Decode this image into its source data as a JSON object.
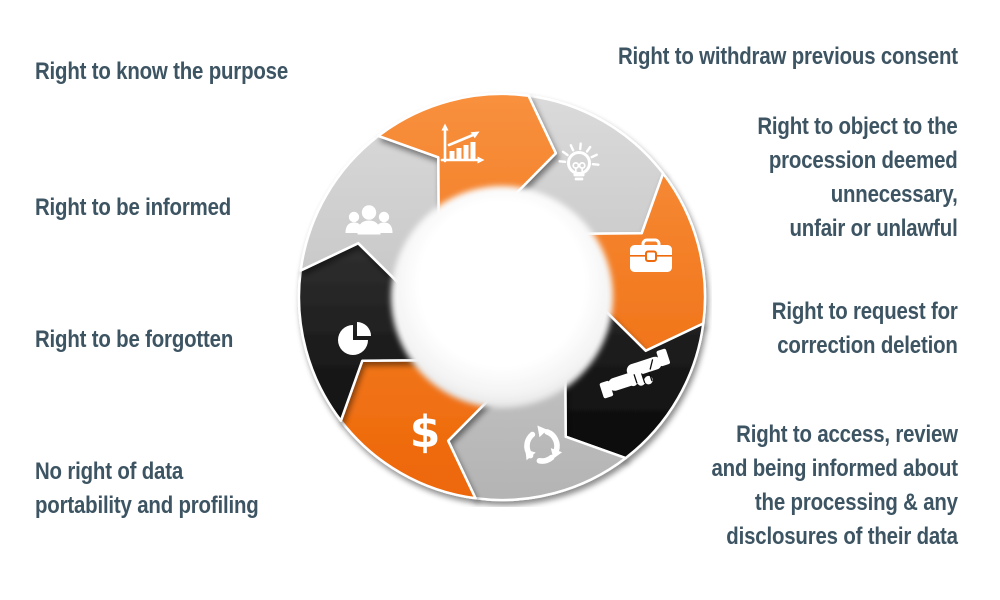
{
  "background": "#ffffff",
  "left_labels": [
    {
      "name": "right-to-know-the-purpose",
      "text": "Right to know the purpose"
    },
    {
      "name": "right-to-be-informed",
      "text": "Right to be informed"
    },
    {
      "name": "right-to-be-forgotten",
      "text": "Right to be forgotten"
    },
    {
      "name": "no-right-of-data-portability",
      "text": "No right of data\nportability and profiling"
    }
  ],
  "right_labels": [
    {
      "name": "right-to-withdraw-consent",
      "text": "Right to withdraw previous consent"
    },
    {
      "name": "right-to-object",
      "text": "Right to object to the\nprocession deemed\nunnecessary,\nunfair or unlawful"
    },
    {
      "name": "right-to-request-correction",
      "text": "Right to request for\ncorrection deletion"
    },
    {
      "name": "right-to-access-review",
      "text": "Right to access, review\nand being informed about\nthe processing & any\ndisclosures of their data"
    }
  ],
  "wheel": {
    "description": "circular process wheel of 8 clockwise arrow segments",
    "segments": [
      {
        "name": "growth-chart",
        "icon": "growth-chart-icon",
        "color": "orange"
      },
      {
        "name": "idea",
        "icon": "lightbulb-icon",
        "color": "gray"
      },
      {
        "name": "briefcase",
        "icon": "briefcase-icon",
        "color": "orange"
      },
      {
        "name": "handshake",
        "icon": "handshake-icon",
        "color": "black"
      },
      {
        "name": "recycle",
        "icon": "recycle-arrows-icon",
        "color": "gray"
      },
      {
        "name": "dollar",
        "icon": "dollar-icon",
        "color": "orange",
        "glyph": "$"
      },
      {
        "name": "pie-chart",
        "icon": "pie-chart-icon",
        "color": "black"
      },
      {
        "name": "people",
        "icon": "people-group-icon",
        "color": "gray"
      }
    ],
    "colors": {
      "orange_light": "#f8913f",
      "orange_dark": "#ed6505",
      "gray_light": "#dbdbdb",
      "gray_dark": "#b3b3b3",
      "black_light": "#4c4c4c",
      "black_dark": "#000000",
      "hole_center": "#ffffff",
      "hole_edge": "#d5d5d5",
      "icon": "#ffffff",
      "text": "#3d5463"
    }
  }
}
